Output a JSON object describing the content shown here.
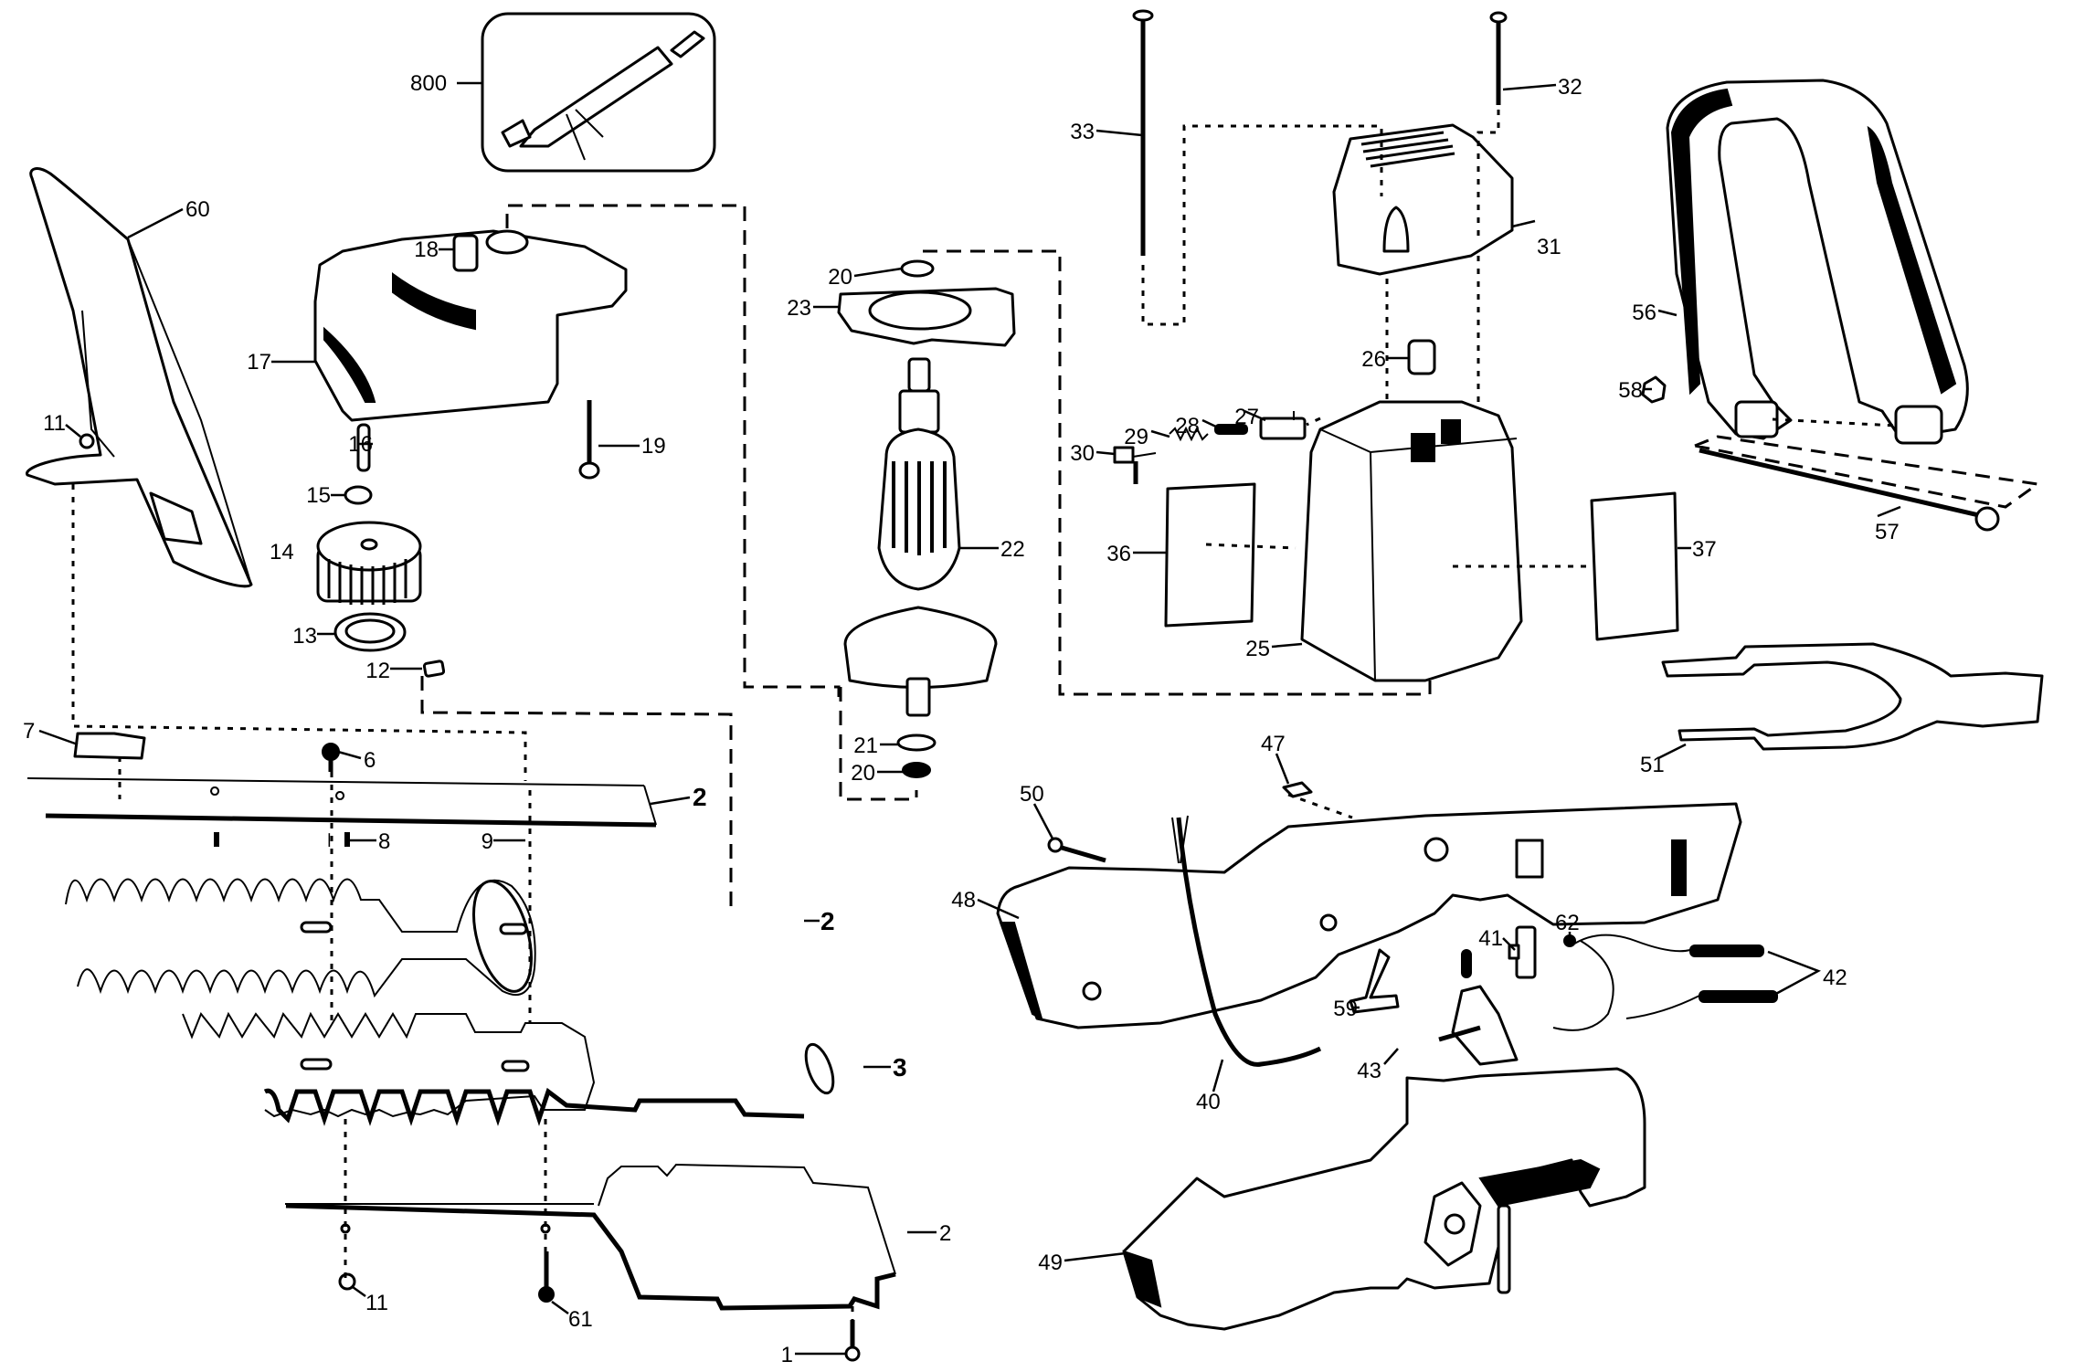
{
  "diagram": {
    "subject": "Hedge trimmer exploded parts view",
    "callouts": [
      {
        "id": "800",
        "part": "inset-tool"
      },
      {
        "id": "60",
        "part": "guard-shield"
      },
      {
        "id": "18",
        "part": "bearing-sleeve-gearcase"
      },
      {
        "id": "17",
        "part": "gear-case"
      },
      {
        "id": "11",
        "part": "nut-upper"
      },
      {
        "id": "16",
        "part": "pin"
      },
      {
        "id": "19",
        "part": "screw-gearcase"
      },
      {
        "id": "15",
        "part": "retaining-clip"
      },
      {
        "id": "14",
        "part": "gear"
      },
      {
        "id": "13",
        "part": "washer-ring"
      },
      {
        "id": "12",
        "part": "slide-block"
      },
      {
        "id": "7",
        "part": "label-plate"
      },
      {
        "id": "6",
        "part": "screw-plate"
      },
      {
        "id": "2",
        "part": "blade-plate-top"
      },
      {
        "id": "8",
        "part": "rivet-a"
      },
      {
        "id": "9",
        "part": "rivet-b"
      },
      {
        "id": "2",
        "part": "blade-upper"
      },
      {
        "id": "3",
        "part": "blade-lower"
      },
      {
        "id": "2",
        "part": "blade-plate-bottom"
      },
      {
        "id": "11",
        "part": "nut-lower"
      },
      {
        "id": "61",
        "part": "screw-blade"
      },
      {
        "id": "1",
        "part": "screw-tip"
      },
      {
        "id": "20",
        "part": "bearing-top"
      },
      {
        "id": "23",
        "part": "baffle"
      },
      {
        "id": "22",
        "part": "armature"
      },
      {
        "id": "21",
        "part": "washer-armature"
      },
      {
        "id": "20",
        "part": "bearing-bottom"
      },
      {
        "id": "33",
        "part": "long-screw-left"
      },
      {
        "id": "32",
        "part": "long-screw-right"
      },
      {
        "id": "31",
        "part": "motor-cap"
      },
      {
        "id": "26",
        "part": "bearing-sleeve-motor"
      },
      {
        "id": "27",
        "part": "brush-holder"
      },
      {
        "id": "28",
        "part": "brush"
      },
      {
        "id": "29",
        "part": "brush-spring"
      },
      {
        "id": "30",
        "part": "brush-terminal"
      },
      {
        "id": "36",
        "part": "nameplate-left"
      },
      {
        "id": "25",
        "part": "field-housing"
      },
      {
        "id": "37",
        "part": "nameplate-right"
      },
      {
        "id": "56",
        "part": "front-handle"
      },
      {
        "id": "58",
        "part": "handle-nut"
      },
      {
        "id": "57",
        "part": "handle-bolt"
      },
      {
        "id": "51",
        "part": "lock-off-lever"
      },
      {
        "id": "47",
        "part": "small-label"
      },
      {
        "id": "50",
        "part": "housing-screw"
      },
      {
        "id": "48",
        "part": "housing-half-left"
      },
      {
        "id": "62",
        "part": "connector"
      },
      {
        "id": "41",
        "part": "switch"
      },
      {
        "id": "42",
        "part": "terminals"
      },
      {
        "id": "59",
        "part": "actuator"
      },
      {
        "id": "43",
        "part": "trigger"
      },
      {
        "id": "40",
        "part": "cord"
      },
      {
        "id": "49",
        "part": "housing-half-right"
      }
    ]
  }
}
